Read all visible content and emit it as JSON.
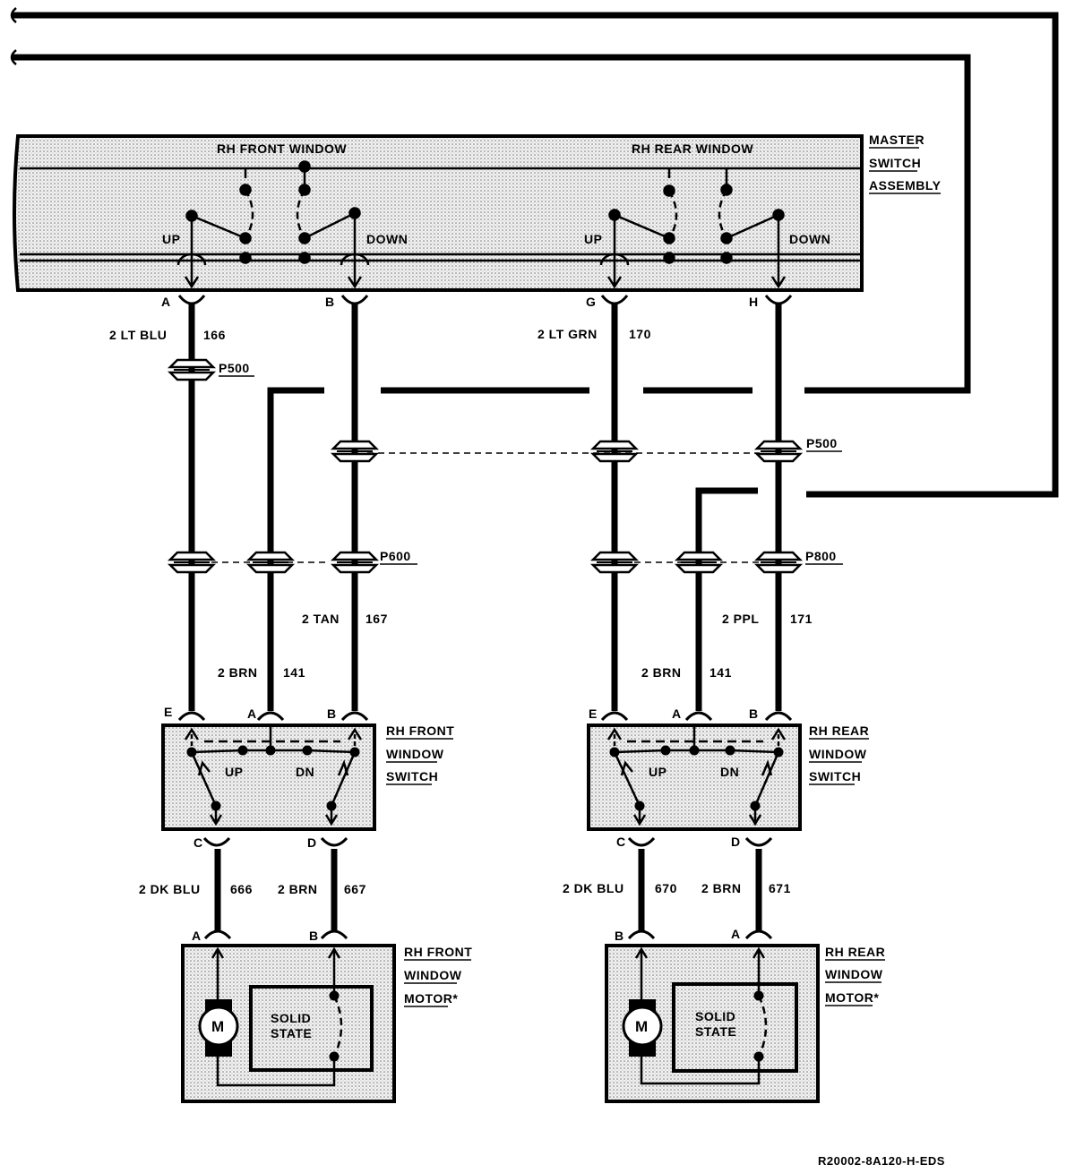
{
  "master": {
    "title": [
      "MASTER",
      "SWITCH",
      "ASSEMBLY"
    ],
    "front_label": "RH FRONT WINDOW",
    "rear_label": "RH REAR WINDOW",
    "up": "UP",
    "down": "DOWN",
    "pins": [
      "A",
      "B",
      "G",
      "H"
    ]
  },
  "wires": {
    "w166": {
      "color": "2 LT BLU",
      "num": "166"
    },
    "w170": {
      "color": "2 LT GRN",
      "num": "170"
    },
    "w167": {
      "color": "2 TAN",
      "num": "167"
    },
    "w171": {
      "color": "2 PPL",
      "num": "171"
    },
    "w141a": {
      "color": "2 BRN",
      "num": "141"
    },
    "w141b": {
      "color": "2 BRN",
      "num": "141"
    },
    "w666": {
      "color": "2 DK BLU",
      "num": "666"
    },
    "w667": {
      "color": "2 BRN",
      "num": "667"
    },
    "w670": {
      "color": "2 DK BLU",
      "num": "670"
    },
    "w671": {
      "color": "2 BRN",
      "num": "671"
    }
  },
  "connectors": {
    "p500": "P500",
    "p600": "P600",
    "p800": "P800"
  },
  "front_switch": {
    "title": [
      "RH FRONT",
      "WINDOW",
      "SWITCH"
    ],
    "up": "UP",
    "dn": "DN",
    "pins_top": [
      "E",
      "A",
      "B"
    ],
    "pins_bottom": [
      "C",
      "D"
    ]
  },
  "rear_switch": {
    "title": [
      "RH REAR",
      "WINDOW",
      "SWITCH"
    ],
    "up": "UP",
    "dn": "DN",
    "pins_top": [
      "E",
      "A",
      "B"
    ],
    "pins_bottom": [
      "C",
      "D"
    ]
  },
  "front_motor": {
    "title": [
      "RH FRONT",
      "WINDOW",
      "MOTOR*"
    ],
    "m": "M",
    "solid": [
      "SOLID",
      "STATE"
    ],
    "pins": [
      "A",
      "B"
    ]
  },
  "rear_motor": {
    "title": [
      "RH REAR",
      "WINDOW",
      "MOTOR*"
    ],
    "m": "M",
    "solid": [
      "SOLID",
      "STATE"
    ],
    "pins": [
      "B",
      "A"
    ]
  },
  "footer_code": "R20002-8A120-H-EDS"
}
